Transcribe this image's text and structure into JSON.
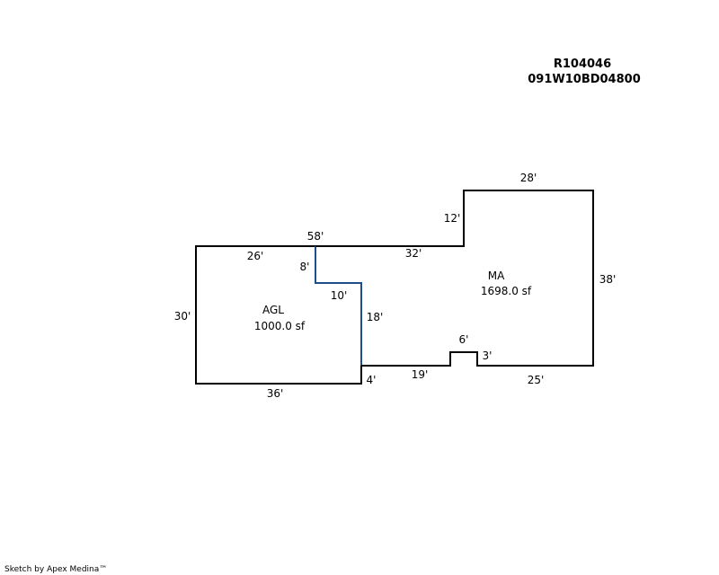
{
  "header": {
    "account": "R104046",
    "map_taxlot": "091W10BD04800"
  },
  "colors": {
    "outline": "#000000",
    "shared_wall": "#1f4e8c"
  },
  "areas": {
    "agl": {
      "code": "AGL",
      "area": "1000.0 sf"
    },
    "ma": {
      "code": "MA",
      "area": "1698.0 sf"
    }
  },
  "dimensions": {
    "d58": "58'",
    "d26": "26'",
    "d32": "32'",
    "d28": "28'",
    "d12": "12'",
    "d38": "38'",
    "d8": "8'",
    "d10": "10'",
    "d18": "18'",
    "d30": "30'",
    "d36": "36'",
    "d4": "4'",
    "d19": "19'",
    "d6": "6'",
    "d3": "3'",
    "d25": "25'"
  },
  "footer": {
    "credit": "Sketch by Apex Medina™"
  }
}
